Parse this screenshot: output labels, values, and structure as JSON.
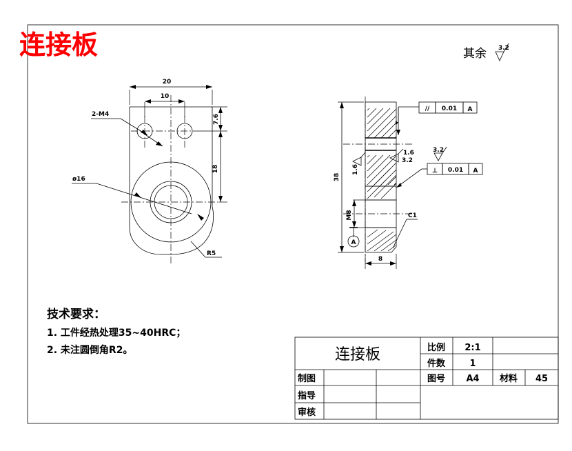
{
  "drawing": {
    "title_red": "连接板",
    "general_roughness_label": "其余",
    "general_roughness_value": "3.2"
  },
  "front_view": {
    "dim_width_overall": "20",
    "dim_hole_spacing": "10",
    "dim_top_to_holes": "7.6",
    "dim_holes_to_center": "18",
    "label_threaded_holes": "2-M4",
    "label_bore": "ø16",
    "label_radius": "R5"
  },
  "section_view": {
    "dim_height_overall": "38",
    "dim_thread": "M8",
    "dim_thickness": "8",
    "label_chamfer": "C1",
    "datum_label": "A",
    "roughness_left": "1.6",
    "roughness_right_top": "1.6",
    "roughness_right_bottom": "3.2",
    "roughness_over_frame": "3.2",
    "gdt_parallel": {
      "symbol": "//",
      "tolerance": "0.01",
      "datum": "A"
    },
    "gdt_perpendicular": {
      "symbol": "⊥",
      "tolerance": "0.01",
      "datum": "A"
    }
  },
  "tech_requirements": {
    "heading": "技术要求：",
    "items": [
      "1.  工件经热处理35~40HRC；",
      "2.  未注圆倒角R2。"
    ]
  },
  "title_block": {
    "part_name": "连接板",
    "scale_label": "比例",
    "scale_value": "2:1",
    "qty_label": "件数",
    "qty_value": "1",
    "drawing_no_label": "图号",
    "drawing_no_value": "A4",
    "material_label": "材料",
    "material_value": "45",
    "row_draw": "制图",
    "row_guide": "指导",
    "row_check": "审核"
  }
}
